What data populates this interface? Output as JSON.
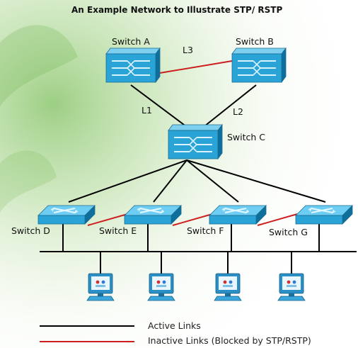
{
  "title": "An Example Network to Illustrate STP/ RSTP",
  "switches": {
    "a": "Switch A",
    "b": "Switch B",
    "c": "Switch C",
    "d": "Switch D",
    "e": "Switch E",
    "f": "Switch F",
    "g": "Switch G"
  },
  "links": {
    "l1": "L1",
    "l2": "L2",
    "l3": "L3"
  },
  "legend": {
    "active": "Active Links",
    "inactive": "Inactive Links (Blocked by STP/RSTP)"
  },
  "colors": {
    "active_link": "#000000",
    "inactive_link": "#cc1f1f",
    "switch_body": "#2aa3d6",
    "background_leaf": "#8cc86a"
  },
  "icons": {
    "switch": "network-switch-icon",
    "host": "computer-monitor-icon"
  }
}
